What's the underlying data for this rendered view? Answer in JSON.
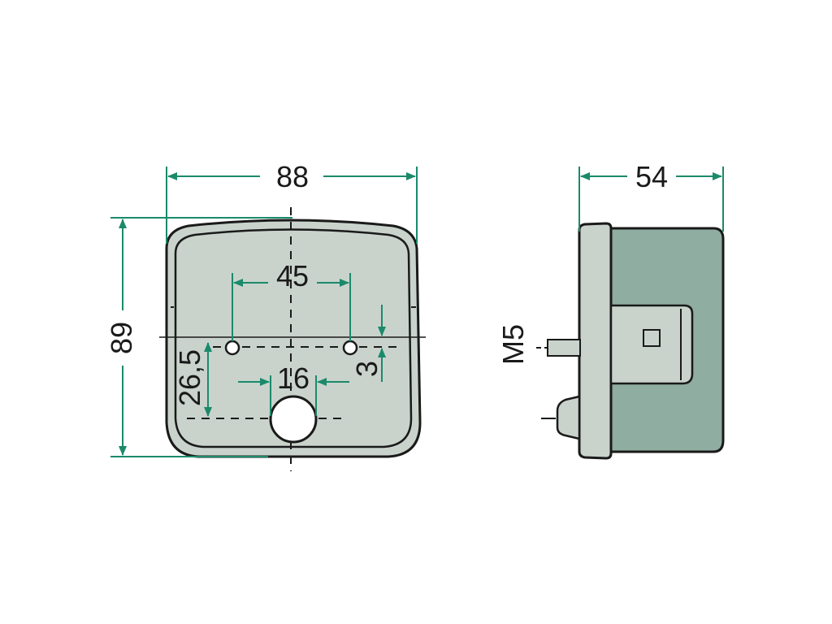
{
  "colors": {
    "dimension": "#1a8a6a",
    "outline": "#1a1a1a",
    "face_fill": "#c9d3cc",
    "body_fill": "#8fada0",
    "flange_fill": "#c9d3cc",
    "background": "#ffffff"
  },
  "dimensions": {
    "width": "88",
    "height": "89",
    "hole_spacing": "45",
    "hole_offset": "26,5",
    "center_hole": "16",
    "hole_drop": "3",
    "depth": "54",
    "stud_thread": "M5"
  }
}
